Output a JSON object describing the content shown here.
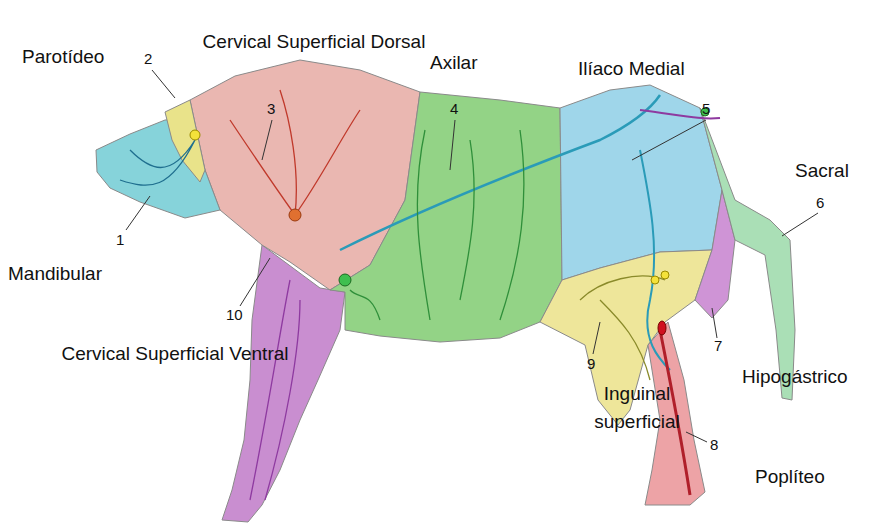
{
  "diagram": {
    "labels": [
      "Parotídeo",
      "2",
      "Cervical Superficial Dorsal",
      "3",
      "Axilar",
      "4",
      "Ilíaco Medial",
      "5",
      "Sacral",
      "6",
      "1",
      "Mandibular",
      "10",
      "Cervical Superficial Ventral",
      "9",
      "Inguinal superficial",
      "7",
      "Hipogástrico",
      "8",
      "Poplíteo"
    ]
  }
}
